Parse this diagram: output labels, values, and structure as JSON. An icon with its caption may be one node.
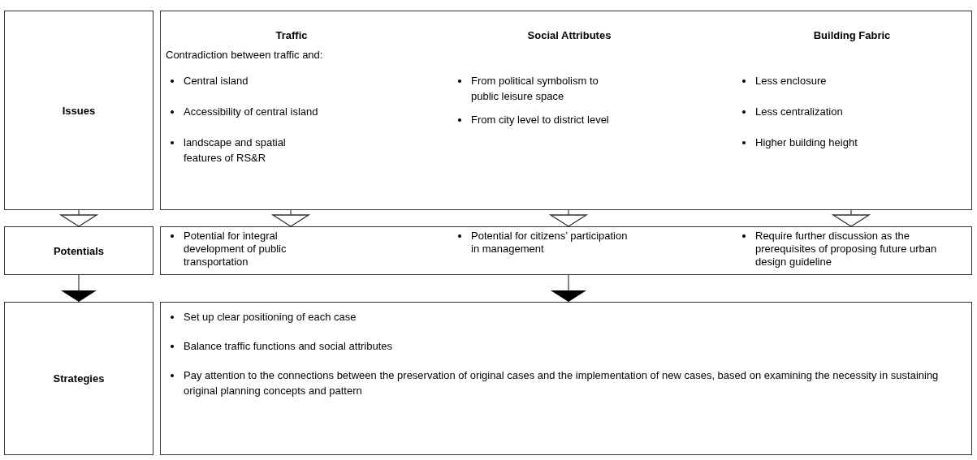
{
  "diagram": {
    "nodes": [
      {
        "text": [
          "Issues"
        ]
      },
      {
        "text": [
          "Traffic",
          "Social Attributes",
          "Building Fabric",
          "Contradiction between traffic and:",
          "Central island",
          "Accessibility of central island",
          "landscape and spatial features of RS&R",
          "From political symbolism to public leisure space",
          "From city level to district level",
          "Less enclosure",
          "Less centralization",
          "Higher building height"
        ]
      },
      {
        "text": [
          "Potentials"
        ]
      },
      {
        "text": [
          "Potential for integral development of public transportation",
          "Potential for citizens’ participation in management",
          "Require further discussion as the prerequisites of proposing future urban design guideline"
        ]
      },
      {
        "text": [
          "Strategies"
        ]
      },
      {
        "text": [
          "Set up clear positioning of each case",
          "Balance traffic functions and social attributes",
          "Pay attention to the connections between the preservation of original cases and the implementation of new cases, based on examining the necessity in sustaining original planning concepts and pattern"
        ]
      }
    ],
    "edges": [
      {
        "from": 0,
        "to": 2,
        "arrow": "to"
      },
      {
        "from": 1,
        "to": 3,
        "arrow": "to"
      },
      {
        "from": 1,
        "to": 3,
        "arrow": "to"
      },
      {
        "from": 1,
        "to": 3,
        "arrow": "to"
      },
      {
        "from": 2,
        "to": 4,
        "arrow": "to"
      },
      {
        "from": 3,
        "to": 5,
        "arrow": "to"
      }
    ]
  }
}
